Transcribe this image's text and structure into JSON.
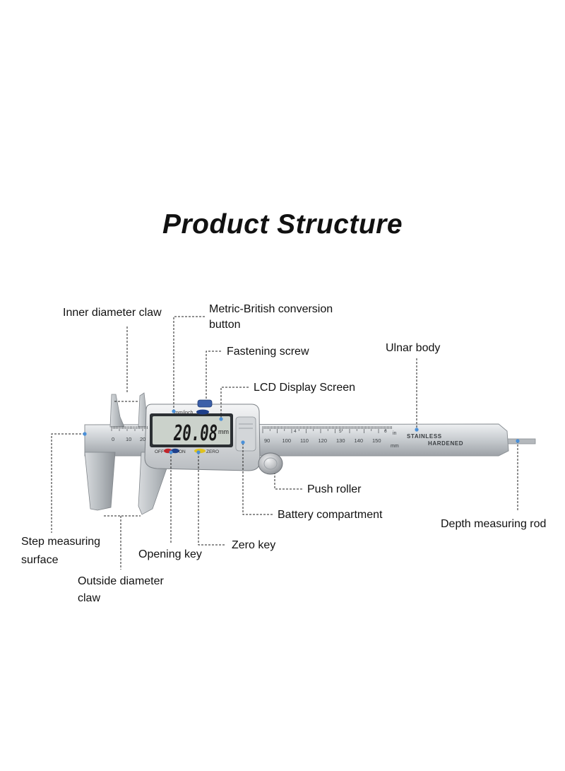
{
  "title": "Product Structure",
  "labels": {
    "inner_claw": "Inner diameter claw",
    "conversion_line1": "Metric-British conversion",
    "conversion_line2": "button",
    "fastening_screw": "Fastening screw",
    "lcd_screen": "LCD Display Screen",
    "ulnar_body": "Ulnar body",
    "push_roller": "Push roller",
    "battery": "Battery compartment",
    "depth_rod": "Depth measuring rod",
    "step_line1": "Step measuring",
    "step_line2": "surface",
    "opening_key": "Opening key",
    "zero_key": "Zero key",
    "outside_line1": "Outside diameter",
    "outside_line2": "claw"
  },
  "device": {
    "lcd_reading": "20.08",
    "lcd_unit": "mm",
    "btn_mminch": "mm/inch",
    "btn_off": "OFF",
    "btn_on": "ON",
    "btn_zero": "ZERO",
    "stamp_line1": "STAINLESS",
    "stamp_line2": "HARDENED",
    "unit_in": "in",
    "unit_mm": "mm",
    "scale_top": [
      "0",
      "10",
      "20"
    ],
    "scale_main": [
      "90",
      "100",
      "110",
      "120",
      "130",
      "140",
      "150"
    ],
    "scale_inch": [
      "4",
      "5",
      "6"
    ]
  },
  "colors": {
    "leader_line": "#222222",
    "marker_dot": "#4a90d9",
    "steel": "#c9cdd1",
    "lcd_bg": "#cbd2cb",
    "button_blue": "#1e3f8a",
    "button_red": "#c0262b",
    "button_yellow": "#e0c21e"
  },
  "icons": [
    "marker-dot-icon"
  ]
}
